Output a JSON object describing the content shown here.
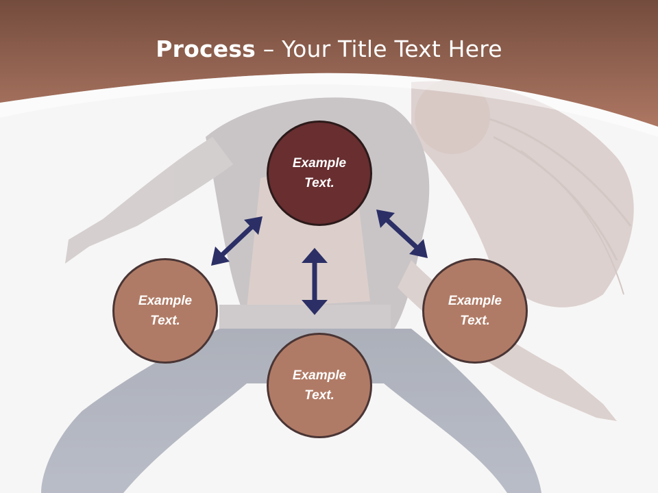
{
  "title": {
    "bold": "Process",
    "rest": " – Your Title Text Here"
  },
  "nodes": {
    "center": "Example Text.",
    "left": "Example Text.",
    "bottom": "Example Text.",
    "right": "Example Text."
  },
  "colors": {
    "header": "#a66f5c",
    "center_node": "#682e30",
    "outer_node": "#b07b66",
    "arrow": "#2b2f66"
  }
}
